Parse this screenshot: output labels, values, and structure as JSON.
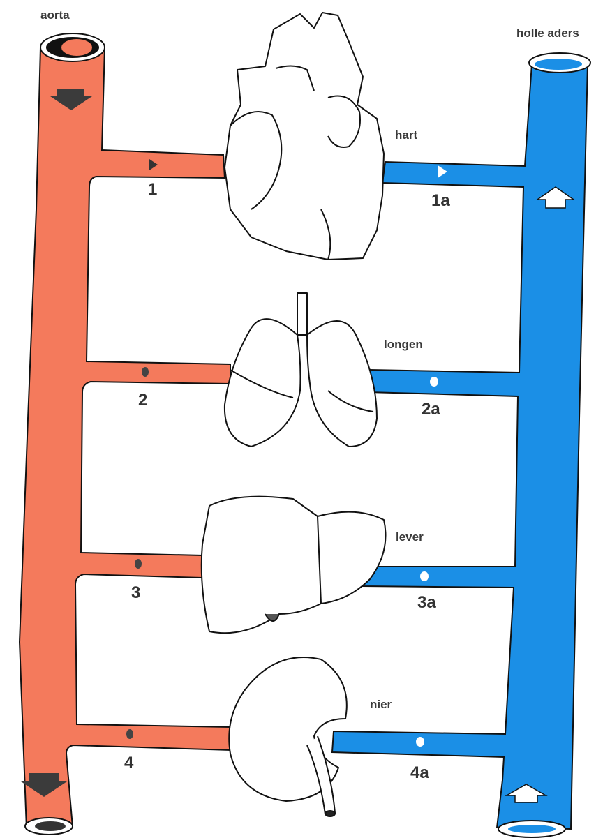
{
  "labels": {
    "aorta": "aorta",
    "holle_aders": "holle aders",
    "hart": "hart",
    "longen": "longen",
    "lever": "lever",
    "nier": "nier"
  },
  "numbers": {
    "n1": "1",
    "n1a": "1a",
    "n2": "2",
    "n2a": "2a",
    "n3": "3",
    "n3a": "3a",
    "n4": "4",
    "n4a": "4a"
  },
  "colors": {
    "artery": "#f47a5c",
    "vein": "#1b8fe6",
    "outline": "#111111",
    "organ_fill": "#ffffff",
    "arrow_dark": "#3b3b3b"
  }
}
